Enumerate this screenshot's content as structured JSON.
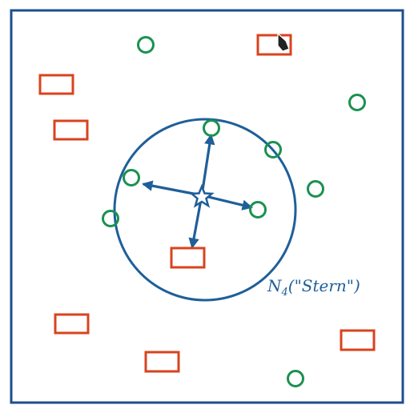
{
  "diagram": {
    "neighborhood_label": {
      "symbol": "N",
      "subscript": "4",
      "argument": "(\"Stern\")"
    },
    "colors": {
      "frame": "#1f4e8c",
      "neighborhood": "#1f5f99",
      "arrow": "#1f5f99",
      "star": "#1f5f99",
      "circle_item": "#1a9150",
      "rect_item": "#d9431e",
      "cursor": "#222222"
    },
    "legend_note": ""
  }
}
